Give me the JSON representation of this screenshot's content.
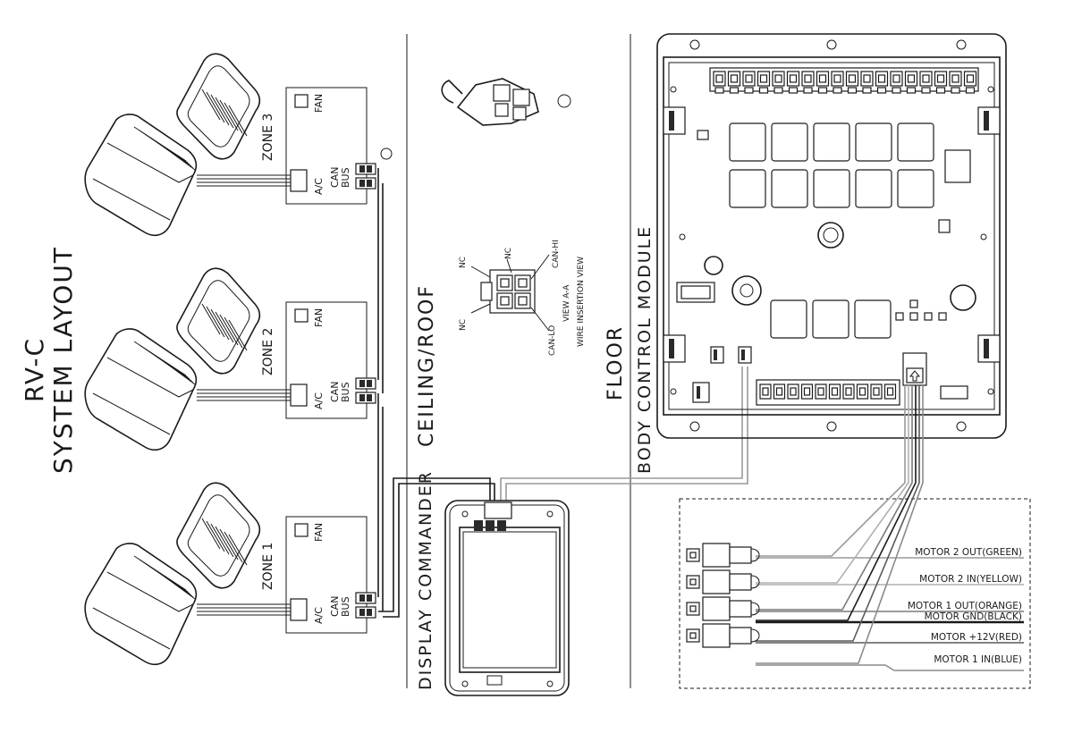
{
  "title": {
    "line1": "RV-C",
    "line2": "SYSTEM LAYOUT"
  },
  "sections": {
    "ceiling": "CEILING/ROOF",
    "floor": "FLOOR",
    "display": "DISPLAY COMMANDER",
    "bcm": "BODY CONTROL MODULE"
  },
  "zones": [
    {
      "label": "ZONE 3",
      "fan": "FAN",
      "ac": "A/C",
      "can": "CAN",
      "bus": "BUS"
    },
    {
      "label": "ZONE 2",
      "fan": "FAN",
      "ac": "A/C",
      "can": "CAN",
      "bus": "BUS"
    },
    {
      "label": "ZONE 1",
      "fan": "FAN",
      "ac": "A/C",
      "can": "CAN",
      "bus": "BUS"
    }
  ],
  "connector_view": {
    "nc_top": "NC",
    "nc_left": "NC",
    "nc_bottom": "NC",
    "can_hi": "CAN-HI",
    "can_lo": "CAN-LO",
    "view": "VIEW A-A",
    "wire_view": "WIRE INSERTION VIEW"
  },
  "motor_wires": [
    {
      "label": "MOTOR 2 OUT(GREEN)",
      "color": "#9a9a9a"
    },
    {
      "label": "MOTOR 2 IN(YELLOW)",
      "color": "#b0b0b0"
    },
    {
      "label": "MOTOR 1 OUT(ORANGE)",
      "color": "#7a7a7a"
    },
    {
      "label": "MOTOR GND(BLACK)",
      "color": "#1a1a1a"
    },
    {
      "label": "MOTOR +12V(RED)",
      "color": "#5a5a5a"
    },
    {
      "label": "MOTOR 1 IN(BLUE)",
      "color": "#8a8a8a"
    }
  ]
}
